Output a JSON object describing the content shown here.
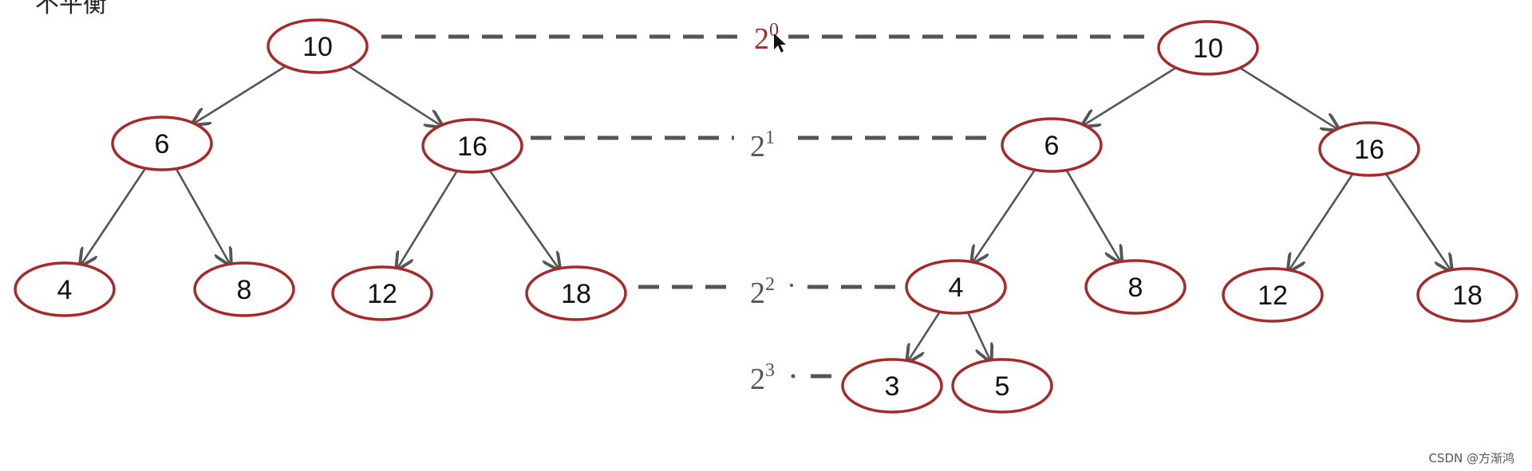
{
  "trees": {
    "left": {
      "nodes": [
        {
          "id": "L10",
          "label": "10"
        },
        {
          "id": "L6",
          "label": "6"
        },
        {
          "id": "L16",
          "label": "16"
        },
        {
          "id": "L4",
          "label": "4"
        },
        {
          "id": "L8",
          "label": "8"
        },
        {
          "id": "L12",
          "label": "12"
        },
        {
          "id": "L18",
          "label": "18"
        }
      ],
      "edges": [
        [
          "L10",
          "L6"
        ],
        [
          "L10",
          "L16"
        ],
        [
          "L6",
          "L4"
        ],
        [
          "L6",
          "L8"
        ],
        [
          "L16",
          "L12"
        ],
        [
          "L16",
          "L18"
        ]
      ]
    },
    "right": {
      "nodes": [
        {
          "id": "R10",
          "label": "10"
        },
        {
          "id": "R6",
          "label": "6"
        },
        {
          "id": "R16",
          "label": "16"
        },
        {
          "id": "R4",
          "label": "4"
        },
        {
          "id": "R8",
          "label": "8"
        },
        {
          "id": "R12",
          "label": "12"
        },
        {
          "id": "R18",
          "label": "18"
        },
        {
          "id": "R3",
          "label": "3"
        },
        {
          "id": "R5",
          "label": "5"
        }
      ],
      "edges": [
        [
          "R10",
          "R6"
        ],
        [
          "R10",
          "R16"
        ],
        [
          "R6",
          "R4"
        ],
        [
          "R6",
          "R8"
        ],
        [
          "R16",
          "R12"
        ],
        [
          "R16",
          "R18"
        ],
        [
          "R4",
          "R3"
        ],
        [
          "R4",
          "R5"
        ]
      ]
    }
  },
  "levels": [
    {
      "base": "2",
      "exp": "0",
      "highlighted": true
    },
    {
      "base": "2",
      "exp": "1",
      "highlighted": false
    },
    {
      "base": "2",
      "exp": "2",
      "highlighted": false
    },
    {
      "base": "2",
      "exp": "3",
      "highlighted": false
    }
  ],
  "colors": {
    "node_stroke": "#a52a2a",
    "edge": "#555555",
    "highlight": "#a52a2a"
  },
  "watermark": "CSDN @方渐鸿",
  "corner_fragment": "不平衡"
}
